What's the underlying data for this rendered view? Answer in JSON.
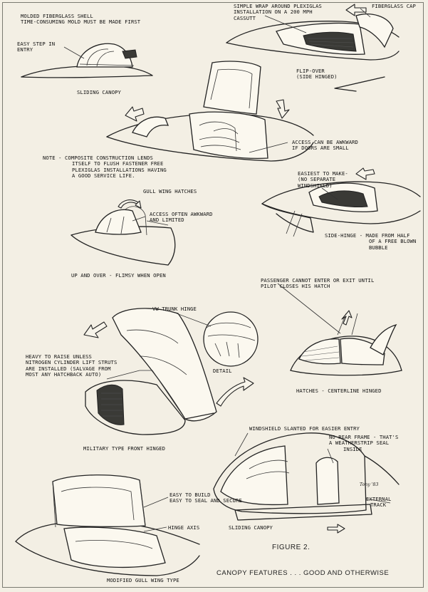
{
  "figure_label": "FIGURE 2.",
  "caption": "CANOPY FEATURES . . . GOOD AND OTHERWISE",
  "signature": "Tony '83",
  "sections": {
    "sliding_top": {
      "note": [
        "MOLDED FIBERGLASS SHELL",
        "TIME-CONSUMING MOLD MUST BE MADE FIRST"
      ],
      "entry": [
        "EASY STEP IN",
        "ENTRY"
      ],
      "title": "SLIDING CANOPY"
    },
    "flipover": {
      "wrap": [
        "SIMPLE WRAP AROUND PLEXIGLAS",
        "INSTALLATION ON A 200 MPH",
        "CASSUTT"
      ],
      "cap": "FIBERGLASS CAP",
      "title": [
        "FLIP-OVER",
        "(SIDE HINGED)"
      ]
    },
    "gullwing": {
      "access": [
        "ACCESS CAN BE AWKWARD",
        "IF DOORS ARE SMALL"
      ],
      "note": [
        "NOTE - COMPOSITE CONSTRUCTION LENDS",
        "ITSELF TO FLUSH FASTENER FREE",
        "PLEXIGLAS INSTALLATIONS HAVING",
        "A GOOD SERVICE LIFE."
      ],
      "title": "GULL WING HATCHES"
    },
    "sidehinge": {
      "easiest": [
        "EASIEST TO MAKE-",
        "(NO SEPARATE",
        "WINDSHIELD)"
      ],
      "title": [
        "SIDE-HINGE - MADE FROM HALF",
        "OF A FREE BLOWN",
        "BUBBLE"
      ]
    },
    "upover": {
      "access": [
        "ACCESS OFTEN AWKWARD",
        "AND LIMITED"
      ],
      "title": "UP AND OVER - FLIMSY WHEN OPEN"
    },
    "military": {
      "vw": "VW TRUNK HINGE",
      "detail": "DETAIL",
      "heavy": [
        "HEAVY TO RAISE UNLESS",
        "NITROGEN CYLINDER LIFT STRUTS",
        "ARE INSTALLED (SALVAGE FROM",
        "MOST ANY HATCHBACK AUTO)"
      ],
      "title": "MILITARY TYPE FRONT HINGED"
    },
    "centerline": {
      "passenger": [
        "PASSENGER CANNOT ENTER OR EXIT UNTIL",
        "PILOT CLOSES HIS HATCH"
      ],
      "title": "HATCHES - CENTERLINE HINGED"
    },
    "sliding_bottom": {
      "windshield": "WINDSHIELD SLANTED FOR EASIER ENTRY",
      "rear": [
        "NO REAR FRAME - THAT'S",
        "A WEATHERSTRIP SEAL",
        "INSIDE"
      ],
      "track": [
        "EXTERNAL",
        "TRACK"
      ],
      "title": "SLIDING CANOPY"
    },
    "modgull": {
      "easy": [
        "EASY TO BUILD",
        "EASY TO SEAL AND SECURE"
      ],
      "hinge": "HINGE AXIS",
      "title": "MODIFIED GULL WING TYPE"
    }
  }
}
